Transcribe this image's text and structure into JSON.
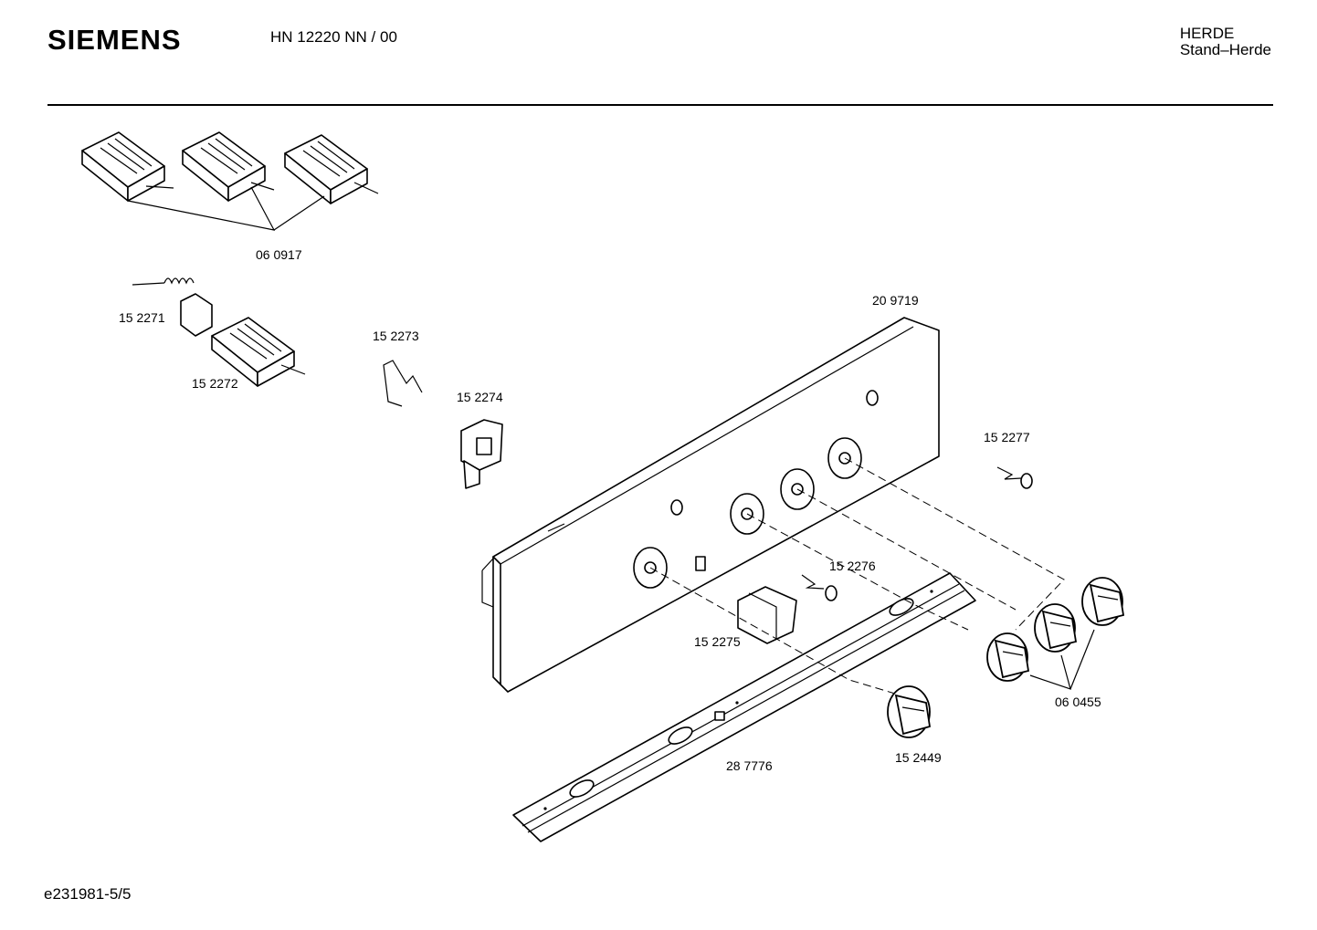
{
  "header": {
    "brand": "SIEMENS",
    "model": "HN 12220 NN / 00",
    "category_line1": "HERDE",
    "category_line2": "Stand–Herde"
  },
  "footer": {
    "code": "e231981-5/5"
  },
  "parts": {
    "p060917": "06 0917",
    "p152271": "15 2271",
    "p152272": "15 2272",
    "p152273": "15 2273",
    "p152274": "15 2274",
    "p209719": "20 9719",
    "p152277": "15 2277",
    "p152276": "15 2276",
    "p152275": "15 2275",
    "p060455": "06 0455",
    "p152449": "15 2449",
    "p287776": "28 7776"
  }
}
